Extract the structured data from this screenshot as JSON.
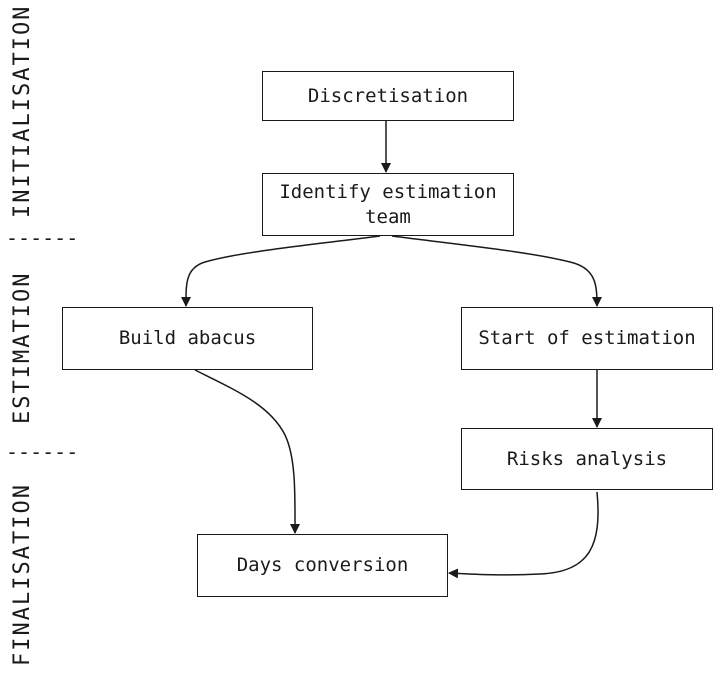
{
  "phases": {
    "initialisation": "INITIALISATION",
    "estimation": "ESTIMATION",
    "finalisation": "FINALISATION"
  },
  "dividers": {
    "first": "------",
    "second": "------"
  },
  "nodes": {
    "discretisation": "Discretisation",
    "identify_team": "Identify estimation team",
    "build_abacus": "Build abacus",
    "start_estimation": "Start of estimation",
    "risks_analysis": "Risks analysis",
    "days_conversion": "Days conversion"
  }
}
